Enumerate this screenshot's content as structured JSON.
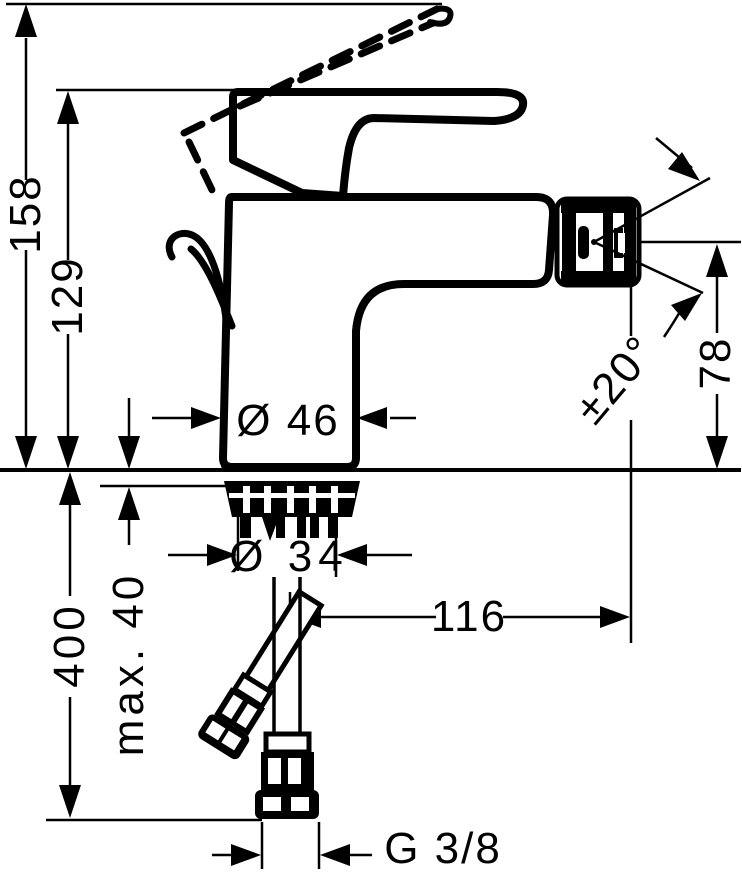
{
  "drawing": {
    "type": "technical-dimension-drawing",
    "subject": "single-lever bidet mixer faucet, side view with mounting hoses",
    "units": "mm",
    "line_color": "#000000",
    "background_color": "#ffffff"
  },
  "dimensions": {
    "total_height": "158",
    "body_height": "129",
    "base_diameter": "Ø 46",
    "spout_height": "78",
    "aerator_swivel_angle": "±20°",
    "shank_diameter": "Ø 34",
    "max_mounting_thickness": "max. 40",
    "hose_length": "400",
    "spout_reach": "116",
    "connection_thread": "G 3/8"
  }
}
